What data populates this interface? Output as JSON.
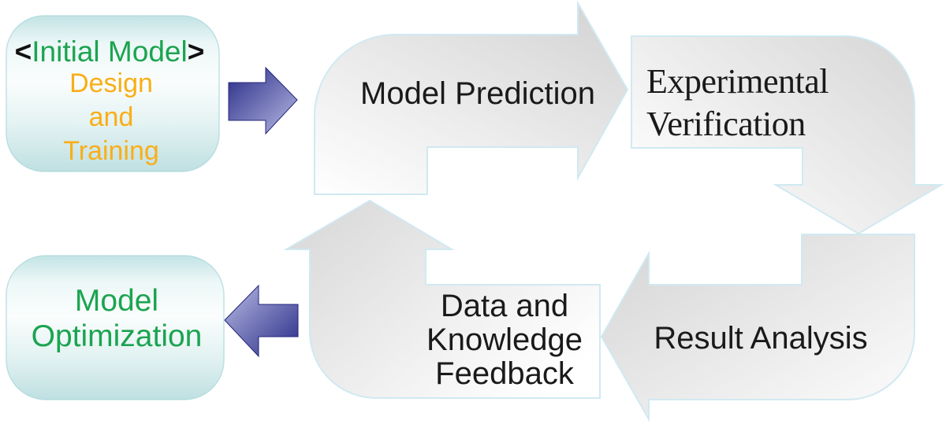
{
  "figure": {
    "initial_model_box": {
      "bracket_left": "<",
      "name": "Initial Model",
      "bracket_right": ">",
      "subtitle_lines": [
        "Design",
        "and",
        "Training"
      ]
    },
    "cycle": {
      "model_prediction": {
        "label": "Model Prediction"
      },
      "experimental_verification": {
        "lines": [
          "Experimental",
          "Verification"
        ]
      },
      "result_analysis": {
        "label": "Result Analysis"
      },
      "data_knowledge_feedback": {
        "lines": [
          "Data and",
          "Knowledge",
          "Feedback"
        ]
      }
    },
    "model_optimization_box": {
      "lines": [
        "Model",
        "Optimization"
      ]
    },
    "colors": {
      "green_text": "#1ba450",
      "orange_text": "#f9ae17",
      "bracket_black": "#111111",
      "body_text": "#1a1a1a",
      "cycle_gray_dark": "#d6d6d6",
      "cycle_gray_light": "#ffffff",
      "cycle_outline": "#d0e9f1",
      "connector_navy": "#2c2f8f",
      "connector_lavender": "#b9bbe4",
      "box_teal_edge": "#c3e3e5",
      "box_teal_mid": "#fbfdfd"
    }
  }
}
